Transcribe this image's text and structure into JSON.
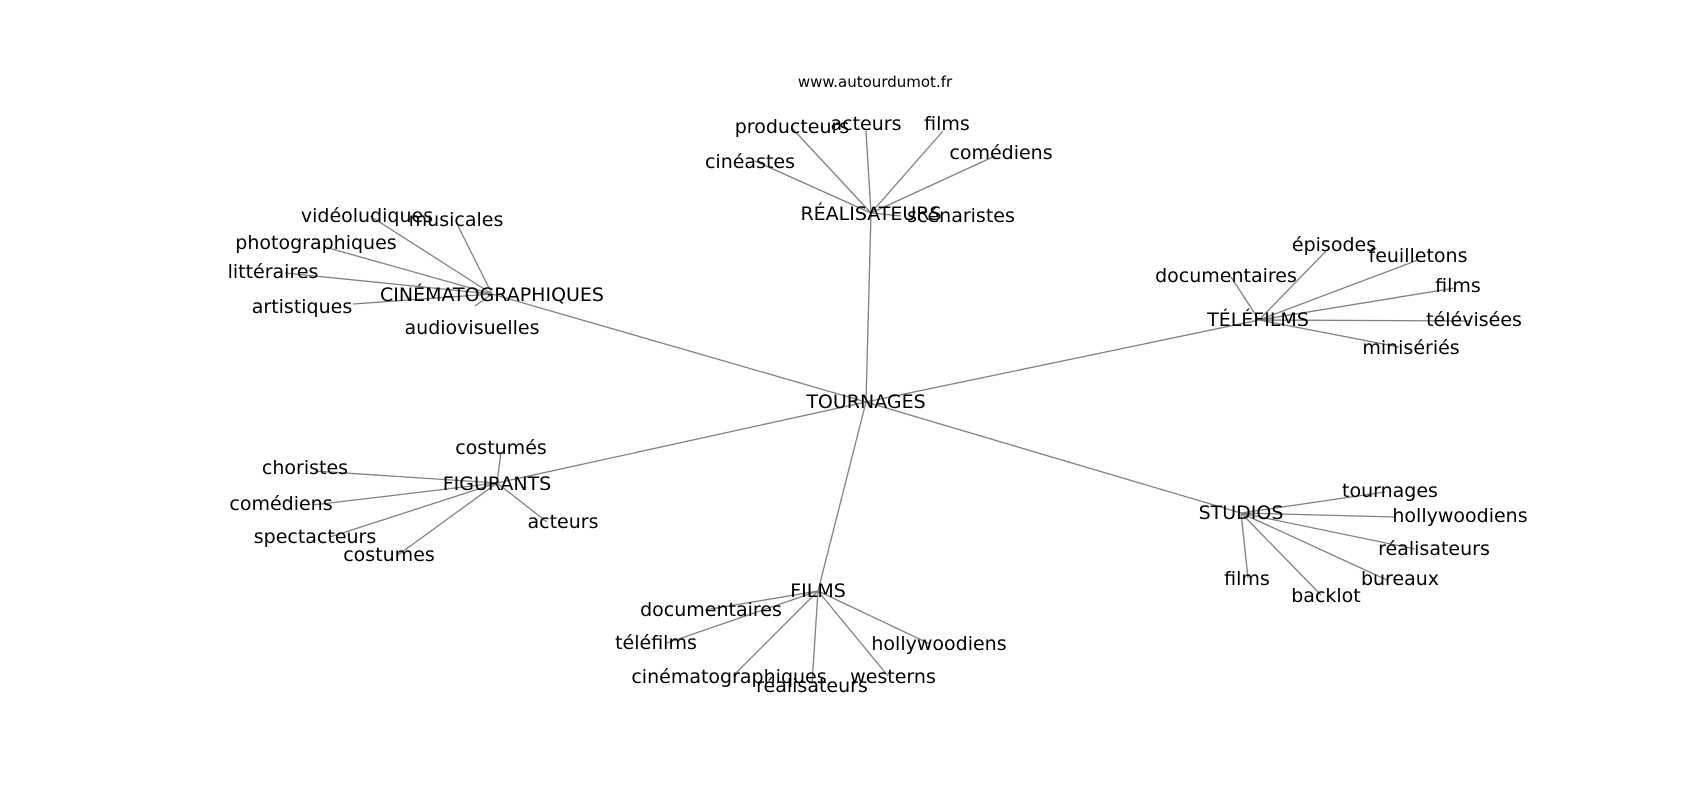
{
  "source": "www.autourdumot.fr",
  "center": "TOURNAGES",
  "branches": [
    {
      "id": "realisateurs",
      "label": "RÉALISATEURS",
      "leaves": [
        "producteurs",
        "acteurs",
        "films",
        "comédiens",
        "cinéastes",
        "scénaristes"
      ]
    },
    {
      "id": "cinematographiques",
      "label": "CINÉMATOGRAPHIQUES",
      "leaves": [
        "vidéoludiques",
        "musicales",
        "photographiques",
        "littéraires",
        "artistiques",
        "audiovisuelles"
      ]
    },
    {
      "id": "telefilms",
      "label": "TÉLÉFILMS",
      "leaves": [
        "épisodes",
        "feuilletons",
        "films",
        "télévisées",
        "minisériés",
        "documentaires"
      ]
    },
    {
      "id": "figurants",
      "label": "FIGURANTS",
      "leaves": [
        "costumés",
        "choristes",
        "comédiens",
        "spectacteurs",
        "costumes",
        "acteurs"
      ]
    },
    {
      "id": "studios",
      "label": "STUDIOS",
      "leaves": [
        "tournages",
        "hollywoodiens",
        "réalisateurs",
        "bureaux",
        "films",
        "backlot"
      ]
    },
    {
      "id": "films",
      "label": "FILMS",
      "leaves": [
        "documentaires",
        "téléfilms",
        "cinématographiques",
        "réalisateurs",
        "westerns",
        "hollywoodiens"
      ]
    }
  ],
  "colors": {
    "edge": "#808080",
    "text": "#000000",
    "background": "#ffffff"
  }
}
